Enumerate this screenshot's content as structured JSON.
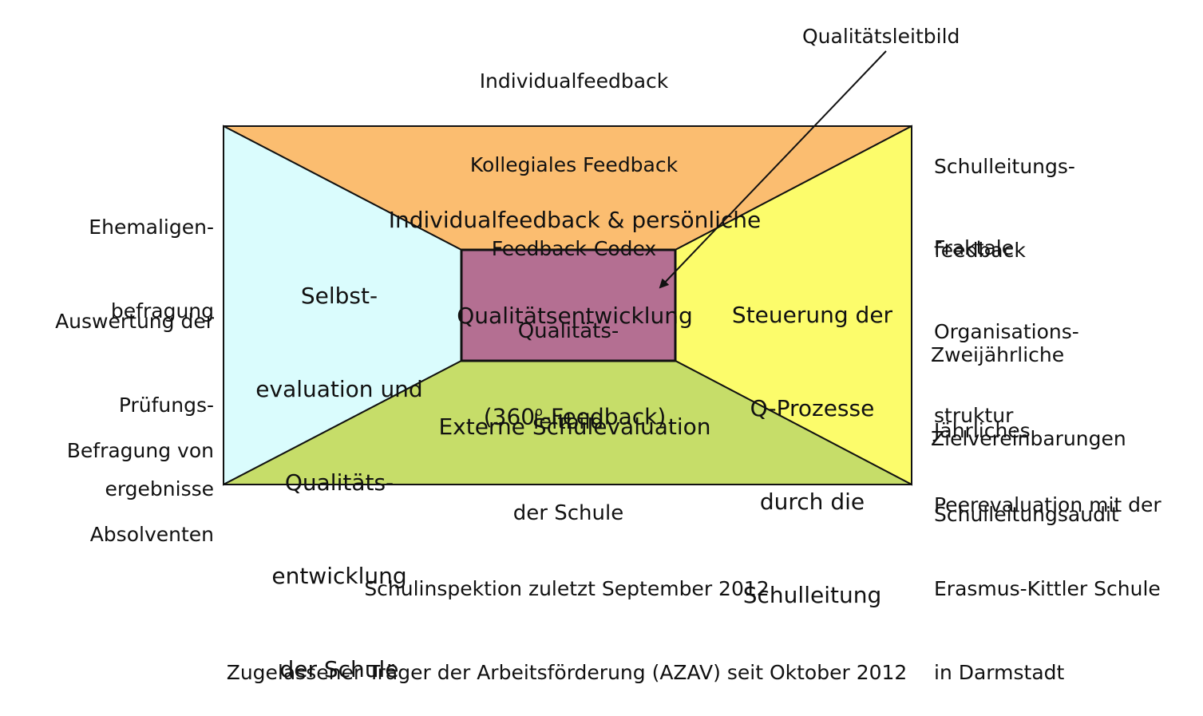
{
  "colors": {
    "top": "#fbbd70",
    "left": "#dafcfd",
    "right": "#fcfc6b",
    "bottom": "#c6dd69",
    "center": "#b46f92",
    "outline": "#111111"
  },
  "top_labels": [
    "Individualfeedback",
    "Kollegiales Feedback",
    "Feedback-Codex"
  ],
  "pointer_label": "Qualitätsleitbild",
  "sections": {
    "top": {
      "line1": "Individualfeedback & persönliche",
      "line2": "Qualitätsentwicklung",
      "line3_prefix": "(360",
      "line3_sup": "o",
      "line3_suffix": "-Feedback)"
    },
    "left": [
      "Selbst-",
      "evaluation und",
      "Qualitäts-",
      "entwicklung",
      "der Schule"
    ],
    "right": [
      "Steuerung der",
      "Q-Prozesse",
      "durch die",
      "Schulleitung"
    ],
    "center": [
      "Qualitäts-",
      "leitbild",
      "der Schule"
    ],
    "bottom": "Externe Schulevaluation"
  },
  "left_labels": [
    [
      "Ehemaligen-",
      "befragung"
    ],
    [
      "Auswertung der",
      "Prüfungs-",
      "ergebnisse"
    ],
    [
      "Befragung von",
      "Absolventen"
    ]
  ],
  "right_labels": [
    [
      "Schulleitungs-",
      "feedback"
    ],
    [
      "Fraktale",
      "Organisations-",
      "struktur"
    ],
    [
      "Zweijährliche",
      "Zielvereinbarungen"
    ],
    [
      "Jährliches",
      "Schulleitungsaudit"
    ],
    [
      "Peerevaluation mit der",
      "Erasmus-Kittler Schule",
      "in Darmstadt"
    ]
  ],
  "footer": [
    "Schulinspektion zuletzt September 2012",
    "Zugelassener Träger der Arbeitsförderung (AZAV) seit Oktober 2012"
  ]
}
